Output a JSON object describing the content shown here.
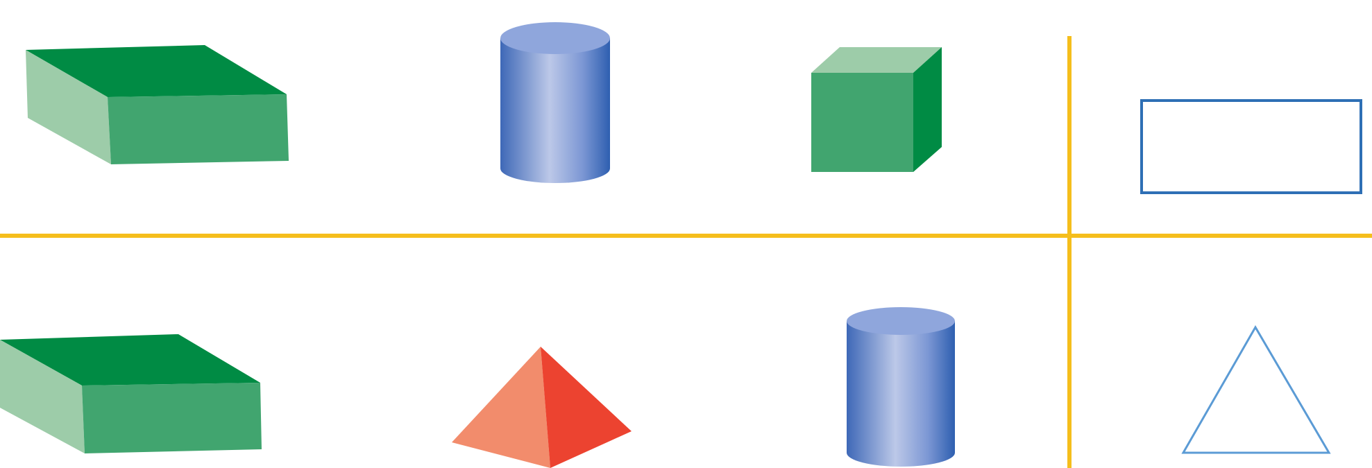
{
  "colors": {
    "background": "#ffffff",
    "divider": "#F5BE1C",
    "green_top": "#008B44",
    "green_front": "#41A56F",
    "green_side_light": "#9DCCA9",
    "green_side_dark": "#008B44",
    "cylinder_top": "#8FA6DC",
    "cylinder_body_light": "#BCC8E8",
    "cylinder_body_mid": "#7C97D4",
    "cylinder_body_dark": "#3E68B7",
    "pyramid_light": "#F28C6C",
    "pyramid_dark": "#EC4330",
    "outline_blue": "#2E6FB5",
    "outline_light_blue": "#5B9BD5"
  },
  "grid": {
    "rows": 2,
    "columns": 4
  },
  "top_row": {
    "shapes": [
      {
        "name": "cuboid-shape",
        "icon": "cuboid"
      },
      {
        "name": "cylinder-shape",
        "icon": "cylinder"
      },
      {
        "name": "cube-shape",
        "icon": "cube"
      },
      {
        "name": "rectangle-outline-shape",
        "icon": "rectangle-outline"
      }
    ]
  },
  "bottom_row": {
    "shapes": [
      {
        "name": "cuboid-shape",
        "icon": "cuboid"
      },
      {
        "name": "pyramid-shape",
        "icon": "pyramid"
      },
      {
        "name": "cylinder-shape",
        "icon": "cylinder"
      },
      {
        "name": "triangle-outline-shape",
        "icon": "triangle-outline"
      }
    ]
  }
}
